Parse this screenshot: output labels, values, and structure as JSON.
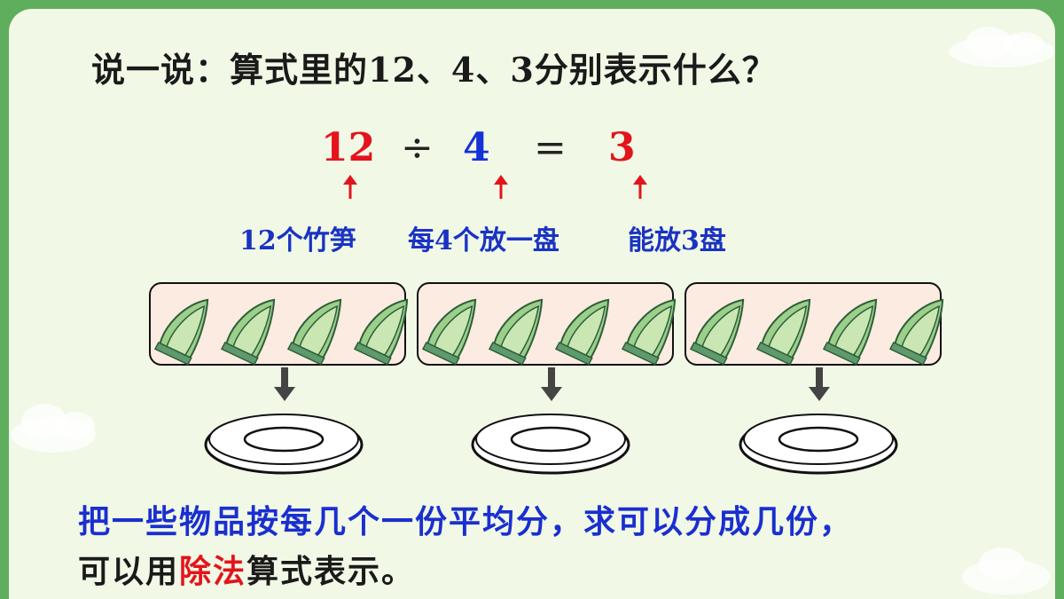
{
  "question": "说一说：算式里的12、4、3分别表示什么？",
  "equation": {
    "dividend": "12",
    "divide_sign": "÷",
    "divisor": "4",
    "equals_sign": "=",
    "quotient": "3"
  },
  "explanations": {
    "dividend": "12个竹笋",
    "divisor": "每4个放一盘",
    "quotient": "能放3盘"
  },
  "illustration": {
    "groups": 3,
    "shoots_per_group": 4,
    "plates": 3
  },
  "conclusion": {
    "line1": "把一些物品按每几个一份平均分，求可以分成几份，",
    "line2_prefix": "可以用",
    "line2_highlight": "除法",
    "line2_suffix": "算式表示。"
  },
  "colors": {
    "red": "#e3141c",
    "blue": "#1532d6",
    "background_green": "#5fae5d",
    "board": "#f1f8e6"
  }
}
